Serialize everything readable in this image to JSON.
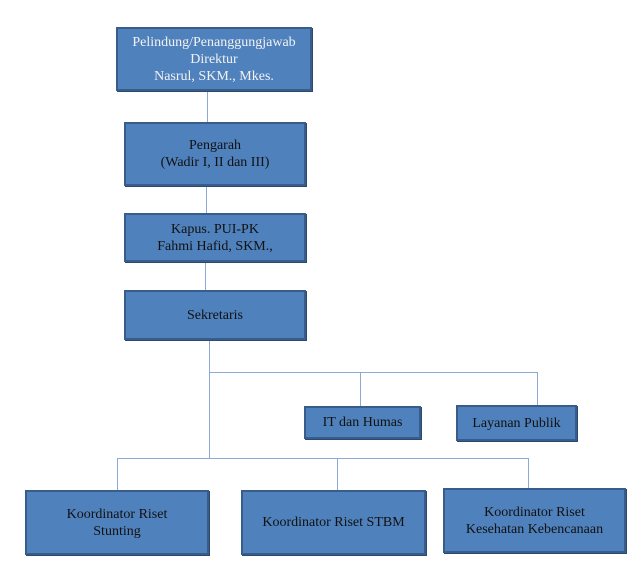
{
  "chart_title": "",
  "nodes": {
    "pelindung": {
      "lines": [
        "Pelindung/Penanggungjawab",
        "Direktur",
        "Nasrul, SKM., Mkes."
      ]
    },
    "pengarah": {
      "lines": [
        "Pengarah",
        "(Wadir I, II dan III)"
      ]
    },
    "kapus": {
      "lines": [
        "Kapus. PUI-PK",
        "Fahmi Hafid, SKM.,"
      ]
    },
    "sekretaris": {
      "lines": [
        "Sekretaris"
      ]
    },
    "it_humas": {
      "lines": [
        "IT dan Humas"
      ]
    },
    "layanan_publik": {
      "lines": [
        "Layanan Publik"
      ]
    },
    "koord_stunting": {
      "lines": [
        "Koordinator Riset",
        "Stunting"
      ]
    },
    "koord_stbm": {
      "lines": [
        "Koordinator Riset STBM"
      ]
    },
    "koord_bencana": {
      "lines": [
        "Koordinator Riset",
        "Kesehatan Kebencanaan"
      ]
    }
  },
  "edges": [
    [
      "pelindung",
      "pengarah"
    ],
    [
      "pengarah",
      "kapus"
    ],
    [
      "kapus",
      "sekretaris"
    ],
    [
      "sekretaris",
      "it_humas"
    ],
    [
      "sekretaris",
      "layanan_publik"
    ],
    [
      "sekretaris",
      "koord_stunting"
    ],
    [
      "sekretaris",
      "koord_stbm"
    ],
    [
      "sekretaris",
      "koord_bencana"
    ]
  ],
  "colors": {
    "box_fill": "#4f81bd",
    "box_border": "#385d8a",
    "connector": "#8eaad4"
  }
}
